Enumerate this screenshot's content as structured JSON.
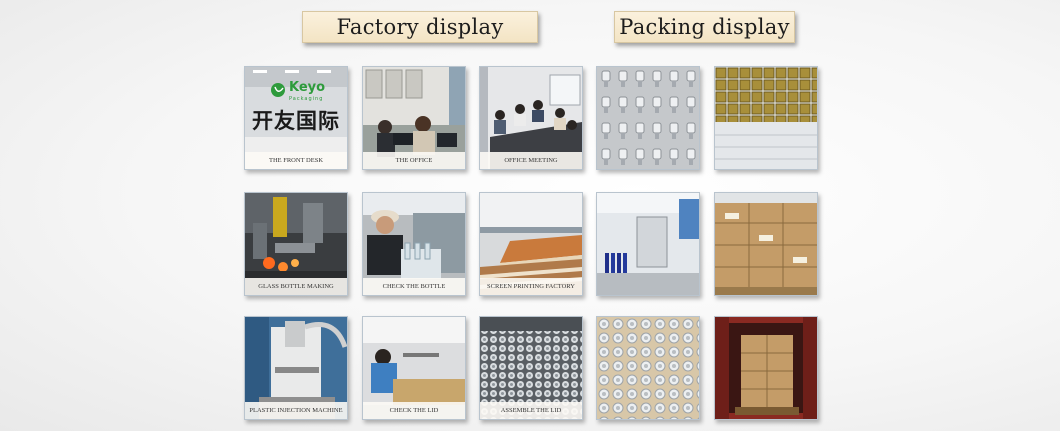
{
  "sections": {
    "factory_title": "Factory display",
    "packing_title": "Packing display"
  },
  "factory_tiles": [
    {
      "caption": "THE FRONT DESK"
    },
    {
      "caption": "THE OFFICE"
    },
    {
      "caption": "OFFICE MEETING"
    },
    {
      "caption": "GLASS BOTTLE MAKING"
    },
    {
      "caption": "CHECK THE BOTTLE"
    },
    {
      "caption": "SCREEN PRINTING FACTORY"
    },
    {
      "caption": "PLASTIC INJECTION MACHINE"
    },
    {
      "caption": "CHECK THE LID"
    },
    {
      "caption": "ASSEMBLE THE LID"
    }
  ],
  "front_desk_logo": {
    "brand": "Keyo",
    "sub": "Packaging",
    "chinese": "开友国际"
  },
  "colors": {
    "banner_bg": "#f7ead0",
    "logo_green": "#2e9b3c"
  }
}
